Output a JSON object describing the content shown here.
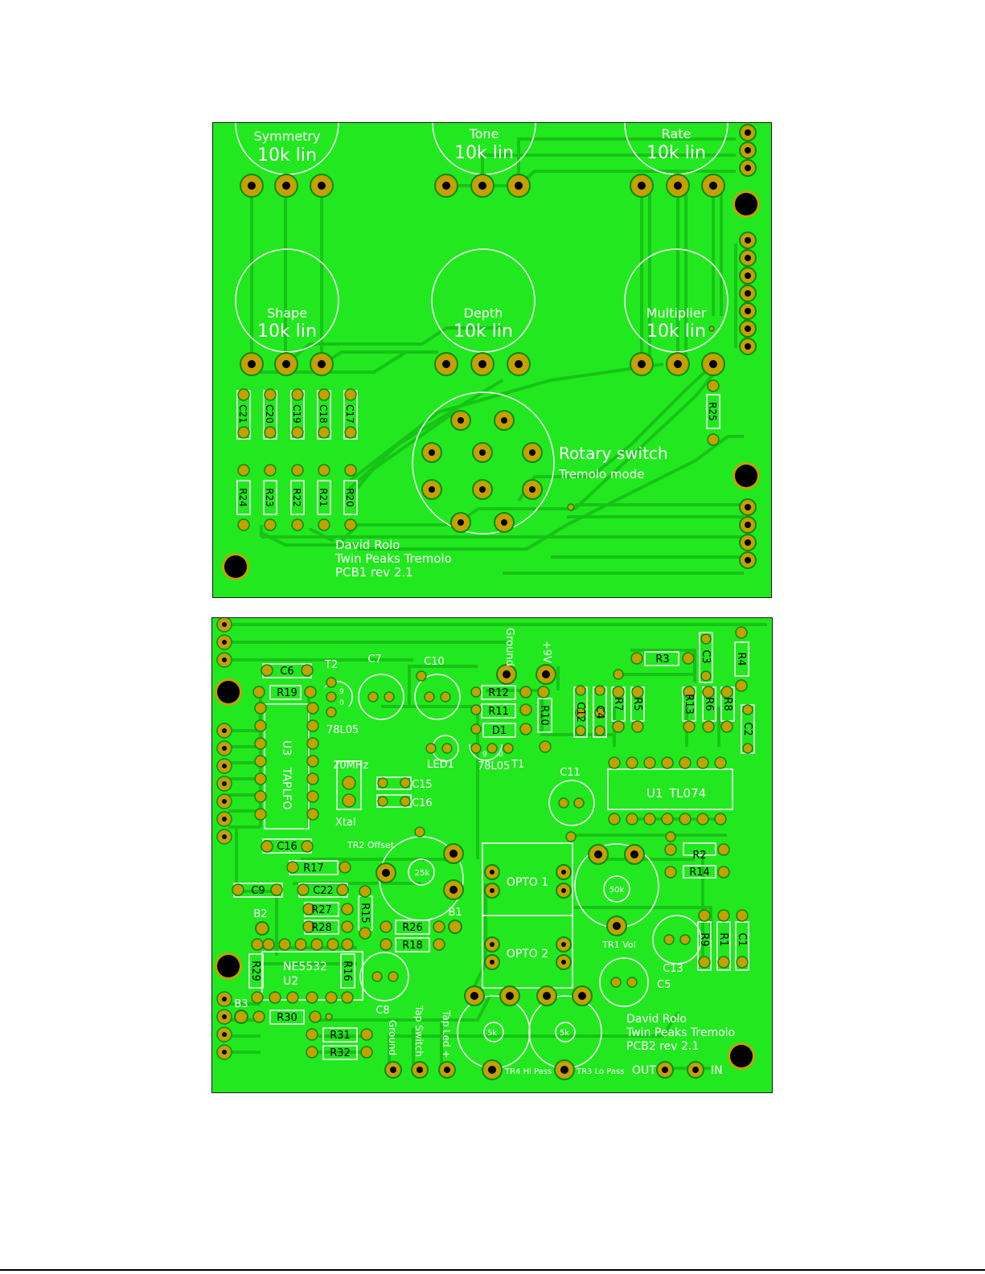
{
  "pcb1": {
    "pots": [
      {
        "name": "Symmetry",
        "value": "10k lin"
      },
      {
        "name": "Tone",
        "value": "10k lin"
      },
      {
        "name": "Rate",
        "value": "10k lin"
      },
      {
        "name": "Shape",
        "value": "10k lin"
      },
      {
        "name": "Depth",
        "value": "10k lin"
      },
      {
        "name": "Multiplier",
        "value": "10k lin"
      }
    ],
    "capacitors": [
      "C21",
      "C20",
      "C19",
      "C18",
      "C17"
    ],
    "resistors": [
      "R24",
      "R23",
      "R22",
      "R21",
      "R20",
      "R25"
    ],
    "switch_title": "Rotary switch",
    "switch_subtitle": "Tremolo mode",
    "credit": [
      "David Rolo",
      "Twin Peaks Tremolo",
      "PCB1 rev 2.1"
    ]
  },
  "pcb2": {
    "labels": {
      "c6": "C6",
      "t2": "T2",
      "c7": "C7",
      "c10": "C10",
      "ground_top": "Ground",
      "plus9v": "+9V",
      "r3": "R3",
      "c3": "C3",
      "r4": "R4",
      "r19": "R19",
      "r12": "R12",
      "r11": "R11",
      "d1": "D1",
      "r10": "R10",
      "c12": "C12",
      "c4": "C4",
      "r7": "R7",
      "r5": "R5",
      "r13": "R13",
      "r6": "R6",
      "r8": "R8",
      "c2": "C2",
      "reg1": "78L05",
      "reg2": "78L05",
      "t1": "T1",
      "led1": "LED1",
      "u3": "U3",
      "taplfo": "TAPLFO",
      "mhz": "20MHz",
      "xtal": "Xtal",
      "c15": "C15",
      "c16a": "C16",
      "c11": "C11",
      "u1": "U1",
      "tl074": "TL074",
      "c16b": "C16",
      "tr2": "TR2 Offset",
      "tr2val": "25k",
      "opto1": "OPTO 1",
      "opto2": "OPTO 2",
      "r2": "R2",
      "r14": "R14",
      "r17": "R17",
      "c9": "C9",
      "c22": "C22",
      "tr1val": "50k",
      "tr1": "TR1 Vol",
      "b2": "B2",
      "b1": "B1",
      "r27": "R27",
      "r28": "R28",
      "r15": "R15",
      "r26": "R26",
      "r18": "R18",
      "r9": "R9",
      "r1": "R1",
      "c1": "C1",
      "r29": "R29",
      "ne5532": "NE5532",
      "u2": "U2",
      "r16": "R16",
      "c13": "C13",
      "c5": "C5",
      "b3": "B3",
      "r30": "R30",
      "c8": "C8",
      "r31": "R31",
      "r32": "R32",
      "ground_bottom": "Ground",
      "tapswitch": "Tap Switch",
      "tapled": "Tap Led +",
      "tr4val": "5k",
      "tr3val": "5k",
      "tr4": "TR4 Hi Pass",
      "tr3": "TR3 Lo Pass",
      "out": "OUT",
      "in": "IN",
      "pin9": "9",
      "pin0": "0",
      "pin9b": "9",
      "pin0b": "0"
    },
    "credit": [
      "David Rolo",
      "Twin Peaks Tremolo",
      "PCB2 rev 2.1"
    ]
  },
  "colors": {
    "board": "#22e91f",
    "trace": "#16c316",
    "pad": "#c4a000",
    "hole": "#000000",
    "silk": "#ffffff"
  }
}
